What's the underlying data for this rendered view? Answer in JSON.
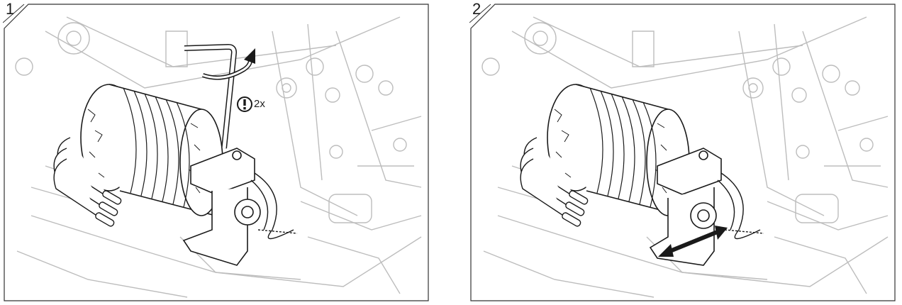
{
  "steps": [
    {
      "number": "1",
      "note": "2x"
    },
    {
      "number": "2"
    }
  ],
  "icons": {
    "caution": "exclamation-circle-icon",
    "wrench": "hex-key-icon",
    "rotate": "rotation-arrow-icon",
    "adjust": "double-arrow-icon"
  },
  "colors": {
    "line": "#222222",
    "ghost": "#bdbdbd",
    "frame": "#333333"
  }
}
